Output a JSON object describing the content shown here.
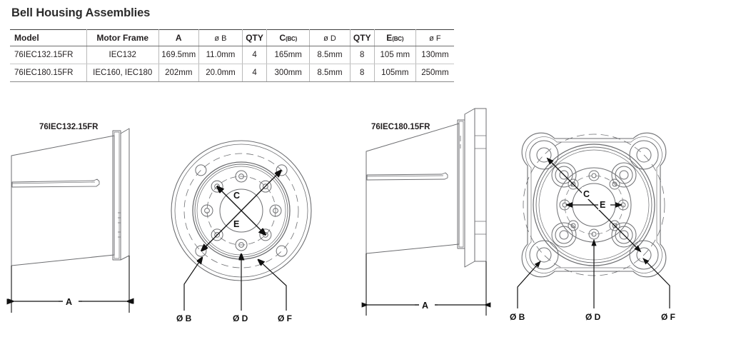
{
  "document": {
    "title": "Bell Housing Assemblies"
  },
  "table": {
    "columns": [
      {
        "key": "model",
        "label": "Model",
        "sub": ""
      },
      {
        "key": "motor_frame",
        "label": "Motor Frame",
        "sub": ""
      },
      {
        "key": "a",
        "label": "A",
        "sub": ""
      },
      {
        "key": "b",
        "label": "ø B",
        "sub": ""
      },
      {
        "key": "qty1",
        "label": "QTY",
        "sub": ""
      },
      {
        "key": "c",
        "label": "C",
        "sub": "(BC)"
      },
      {
        "key": "d",
        "label": "ø D",
        "sub": ""
      },
      {
        "key": "qty2",
        "label": "QTY",
        "sub": ""
      },
      {
        "key": "e",
        "label": "E",
        "sub": "(BC)"
      },
      {
        "key": "f",
        "label": "ø F",
        "sub": ""
      }
    ],
    "rows": [
      {
        "model": "76IEC132.15FR",
        "motor_frame": "IEC132",
        "a": "169.5mm",
        "b": "11.0mm",
        "qty1": "4",
        "c": "165mm",
        "d": "8.5mm",
        "qty2": "8",
        "e": "105 mm",
        "f": "130mm"
      },
      {
        "model": "76IEC180.15FR",
        "motor_frame": "IEC160, IEC180",
        "a": "202mm",
        "b": "20.0mm",
        "qty1": "4",
        "c": "300mm",
        "d": "8.5mm",
        "qty2": "8",
        "e": "105mm",
        "f": "250mm"
      }
    ]
  },
  "drawings": [
    {
      "id": "left",
      "label": "76IEC132.15FR",
      "callouts": {
        "a": "A",
        "b": "Ø B",
        "c": "C",
        "d": "Ø D",
        "e": "E",
        "f": "Ø F"
      }
    },
    {
      "id": "right",
      "label": "76IEC180.15FR",
      "callouts": {
        "a": "A",
        "b": "Ø B",
        "c": "C",
        "d": "Ø D",
        "e": "E",
        "f": "Ø F"
      }
    }
  ],
  "colors": {
    "text": "#231f20",
    "title": "#2b2b2b",
    "line": "#6d6e71",
    "rule": "#8a8a8a",
    "background": "#ffffff"
  }
}
